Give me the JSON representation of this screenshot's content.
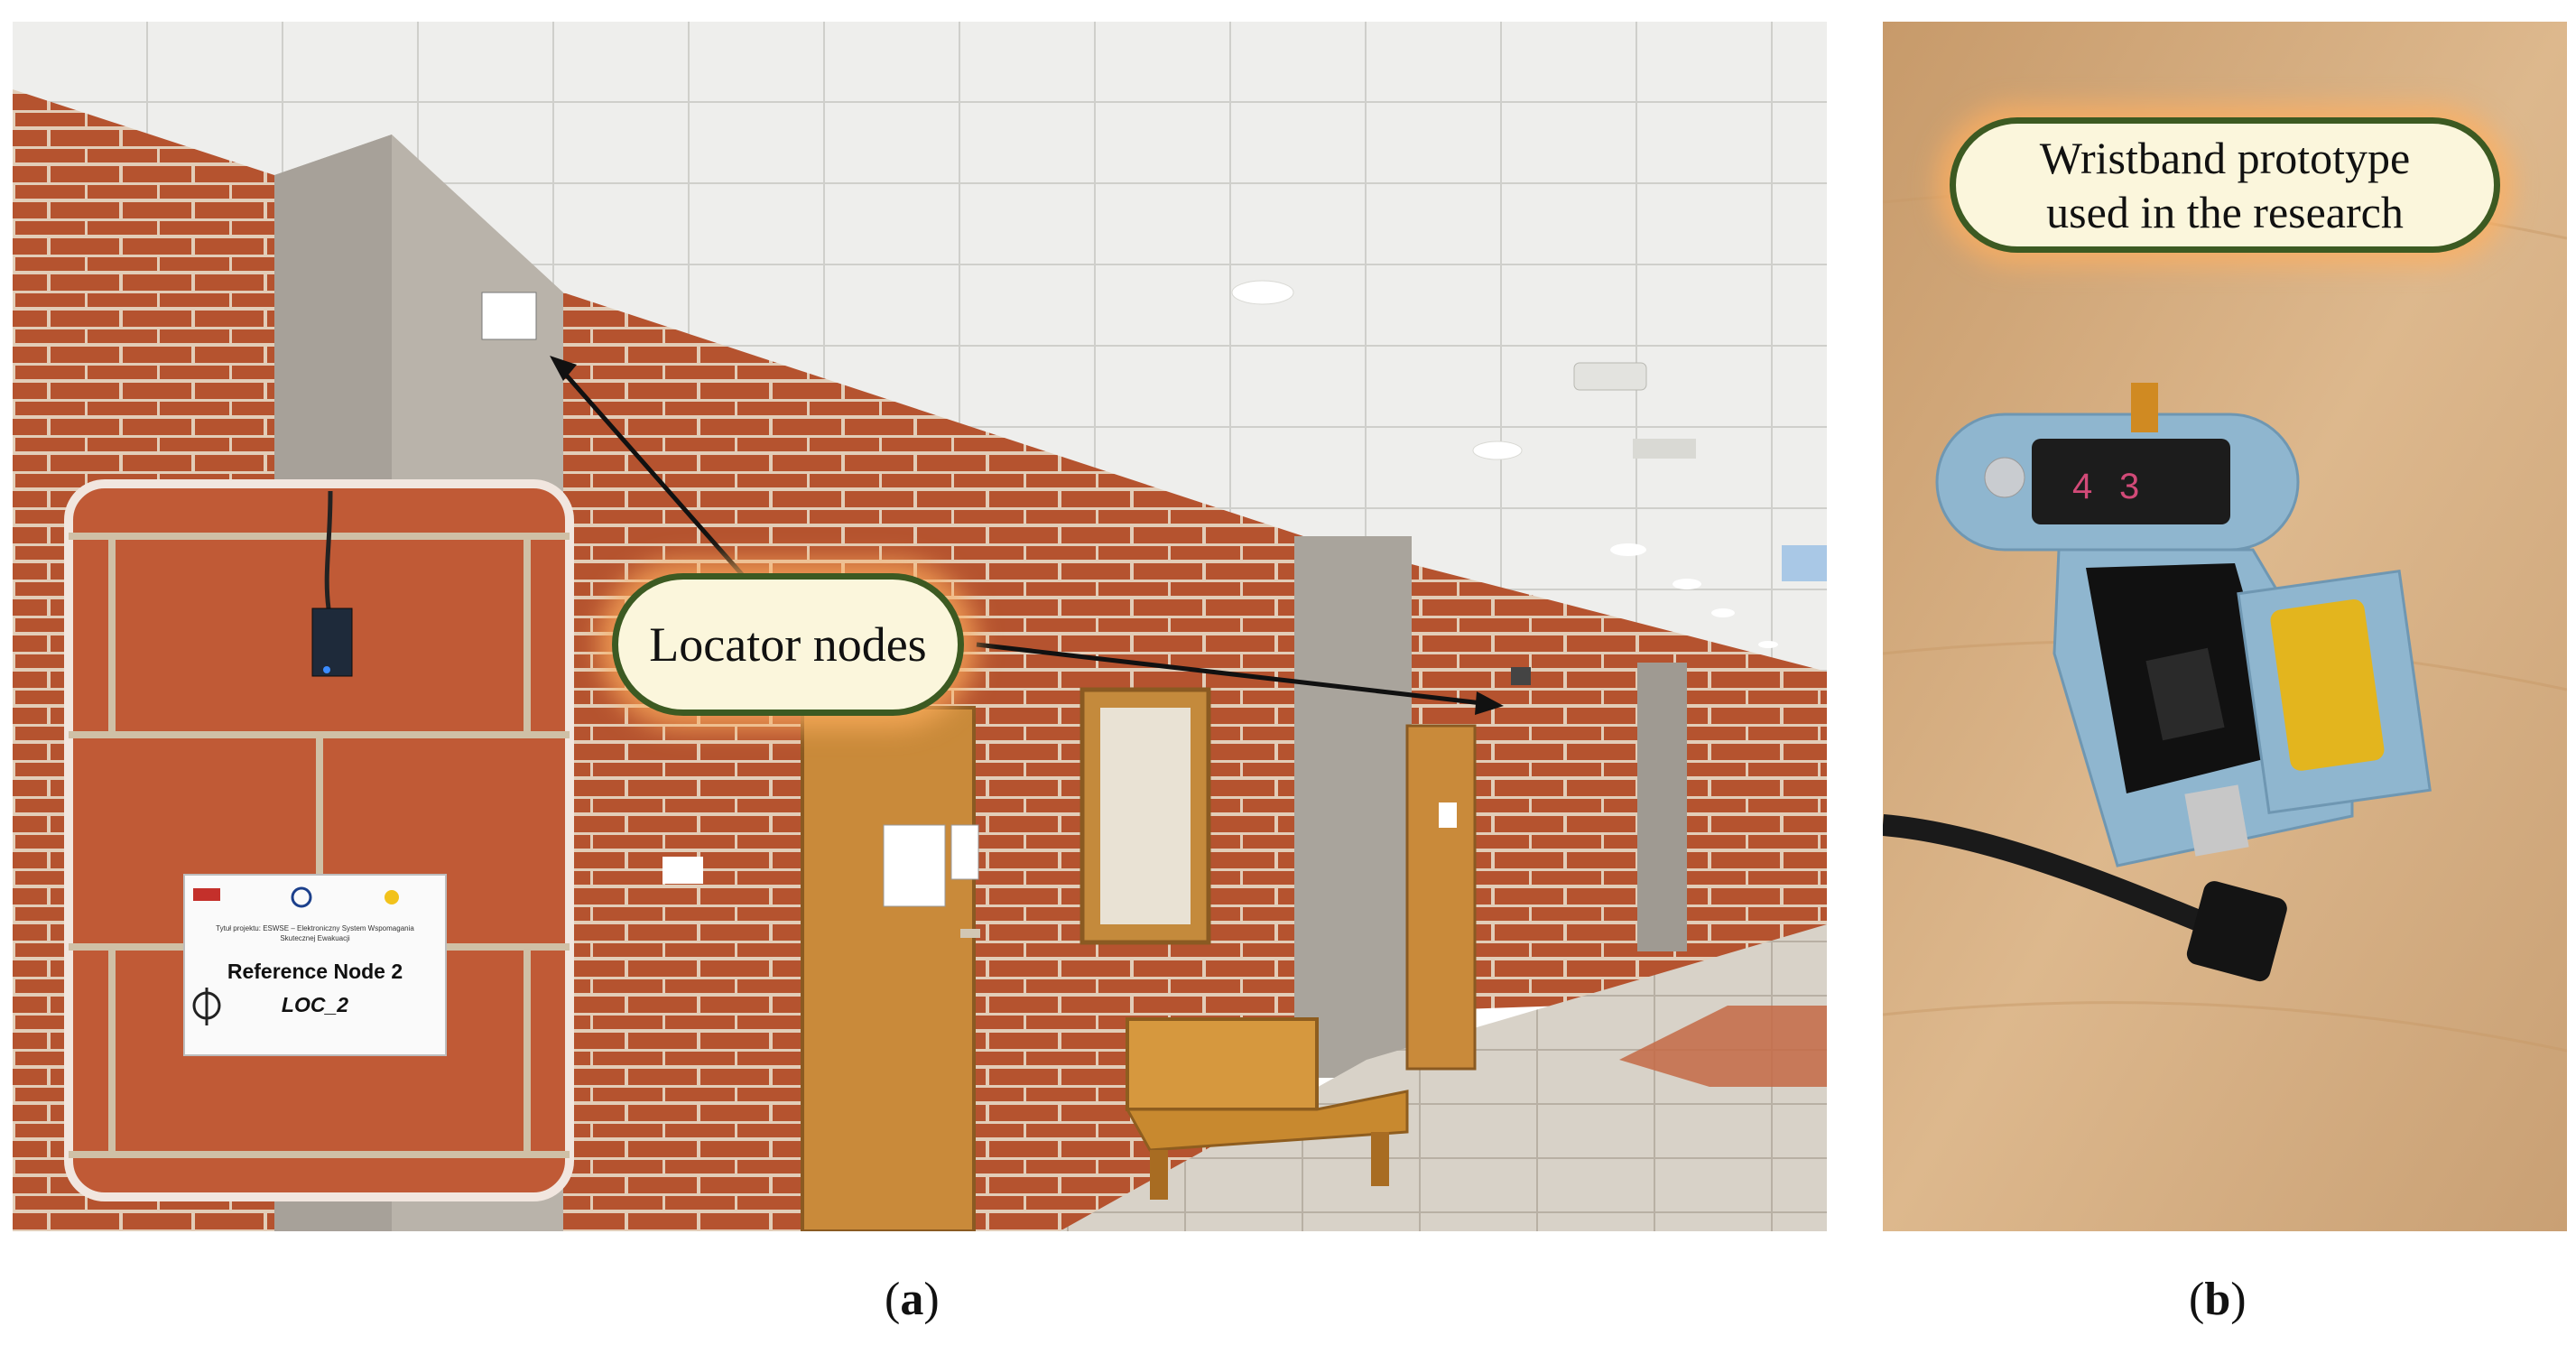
{
  "panels": [
    {
      "id": "a",
      "label_open": "(",
      "label_letter": "a",
      "label_close": ")",
      "callout": "Locator nodes",
      "sign": {
        "project_line1": "Tytuł projektu: ESWSE – Elektroniczny System Wspomagania",
        "project_line2": "Skutecznej Ewakuacji",
        "title": "Reference Node 2",
        "code": "LOC_2"
      }
    },
    {
      "id": "b",
      "label_open": "(",
      "label_letter": "b",
      "label_close": ")",
      "callout_lines": [
        "Wristband prototype",
        "used in the research"
      ]
    }
  ],
  "colors": {
    "brick": "#b5532f",
    "mortar": "#e9d8c6",
    "callout_fill": "#fbf6dc",
    "callout_border": "#3c5a22",
    "callout_glow": "#ffaf5f"
  }
}
